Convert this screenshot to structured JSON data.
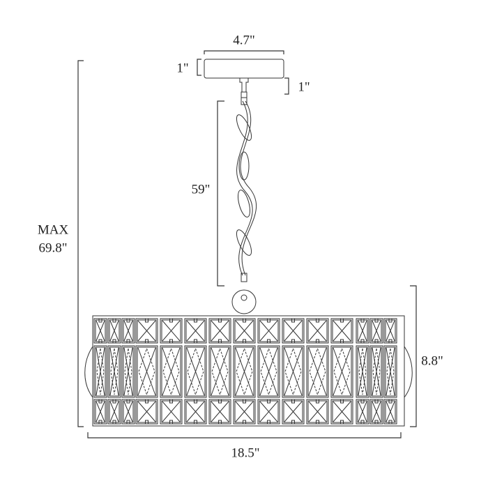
{
  "dimensions": {
    "canopy_width": "4.7\"",
    "canopy_height": "1\"",
    "canopy_drop": "1\"",
    "chain_length": "59\"",
    "max_label": "MAX",
    "max_height": "69.8\"",
    "shade_height": "8.8\"",
    "shade_width": "18.5\""
  }
}
